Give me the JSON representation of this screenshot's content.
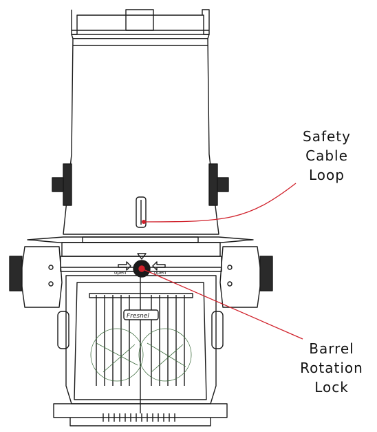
{
  "diagram": {
    "callouts": {
      "safety_cable_loop": {
        "lines": [
          "Safety",
          "Cable",
          "Loop"
        ]
      },
      "barrel_rotation_lock": {
        "lines": [
          "Barrel",
          "Rotation",
          "Lock"
        ]
      }
    },
    "lock_labels": {
      "left": "open",
      "right": "open"
    },
    "brand_badge": "Fresnel",
    "colors": {
      "leader": "#d0202a",
      "outline": "#1a1a1a",
      "fan": "#3a6a3a"
    }
  }
}
